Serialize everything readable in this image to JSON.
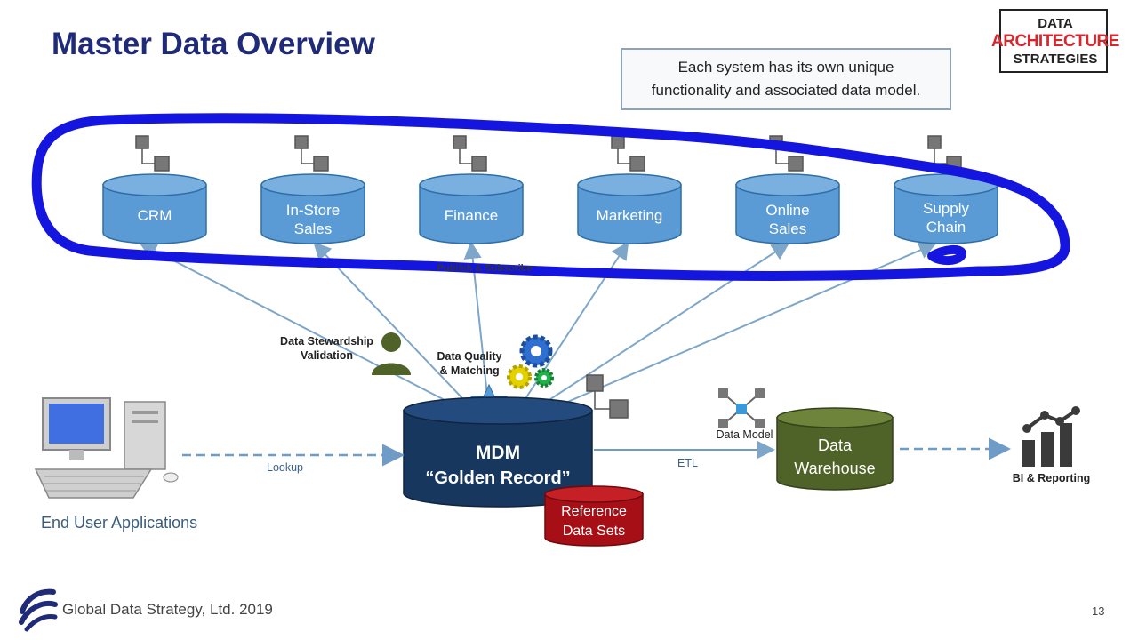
{
  "slide": {
    "title": "Master Data Overview",
    "callout": [
      "Each system has its own unique",
      "functionality and associated data model."
    ],
    "logo": {
      "line1": "DATA",
      "line2": "ARCHITECTURE",
      "line3": "STRATEGIES"
    },
    "footer": "Global Data Strategy, Ltd. 2019",
    "page_number": "13"
  },
  "systems": [
    {
      "lines": [
        "CRM"
      ]
    },
    {
      "lines": [
        "In-Store",
        "Sales"
      ]
    },
    {
      "lines": [
        "Finance"
      ]
    },
    {
      "lines": [
        "Marketing"
      ]
    },
    {
      "lines": [
        "Online",
        "Sales"
      ]
    },
    {
      "lines": [
        "Supply",
        "Chain"
      ]
    }
  ],
  "labels": {
    "publish_subscribe": "Publish & Subscribe",
    "stewardship": [
      "Data Stewardship",
      "Validation"
    ],
    "quality": [
      "Data Quality",
      "& Matching"
    ],
    "lookup": "Lookup",
    "etl": "ETL",
    "data_model": "Data Model",
    "end_user": "End User Applications",
    "bi": "BI & Reporting"
  },
  "mdm": {
    "line1": "MDM",
    "line2": "“Golden Record”"
  },
  "reference": {
    "line1": "Reference",
    "line2": "Data Sets"
  },
  "warehouse": {
    "line1": "Data",
    "line2": "Warehouse"
  },
  "colors": {
    "title": "#1f2a78",
    "system_db": "#5b9bd5",
    "mdm_db": "#17375e",
    "warehouse_db": "#4f6228",
    "reference_db": "#a50f15",
    "annotation_ink": "#1515e0",
    "arrow": "#7ea6c9"
  }
}
